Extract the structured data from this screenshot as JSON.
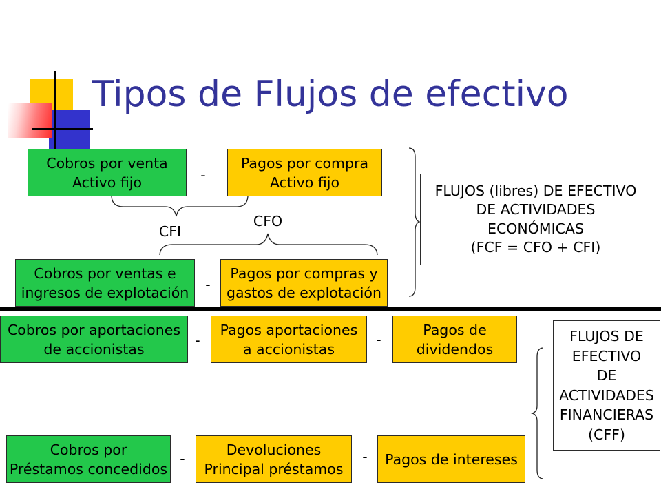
{
  "slide": {
    "title": "Tipos de Flujos de efectivo"
  },
  "colors": {
    "title_text": "#333399",
    "receipt_box": "#23c84b",
    "payment_box": "#ffcc00",
    "summary_box": "#ffffff",
    "box_border": "#2b2b2b",
    "separator_line": "#000000",
    "logo_yellow": "#ffcc00",
    "logo_blue": "#3333cc",
    "logo_red": "#ff2a2a"
  },
  "economic_activities": {
    "fixed_asset_flows": {
      "receipt": [
        "Cobros por venta",
        "Activo fijo"
      ],
      "operator": "-",
      "payment": [
        "Pagos por compra",
        "Activo fijo"
      ]
    },
    "investing_label": "CFI",
    "operating_label": "CFO",
    "operating_flows": {
      "receipt": [
        "Cobros por ventas e",
        "ingresos de explotación"
      ],
      "operator": "-",
      "payment": [
        "Pagos por compras y",
        "gastos de explotación"
      ]
    },
    "summary": [
      "FLUJOS (libres) DE EFECTIVO",
      "DE ACTIVIDADES",
      "ECONÓMICAS",
      "(FCF = CFO + CFI)"
    ]
  },
  "financing_activities": {
    "shareholder_flows": {
      "receipt": [
        "Cobros por aportaciones",
        "de accionistas"
      ],
      "operator_1": "-",
      "payment": [
        "Pagos aportaciones",
        "a accionistas"
      ],
      "operator_2": "-",
      "dividends": [
        "Pagos de",
        "dividendos"
      ]
    },
    "loan_flows": {
      "receipt": [
        "Cobros por",
        "Préstamos concedidos"
      ],
      "operator_1": "-",
      "payment": [
        "Devoluciones",
        "Principal préstamos"
      ],
      "operator_2": "-",
      "interest": [
        "Pagos de intereses"
      ]
    },
    "summary": [
      "FLUJOS DE",
      "EFECTIVO",
      "DE",
      "ACTIVIDADES",
      "FINANCIERAS",
      "(CFF)"
    ]
  }
}
